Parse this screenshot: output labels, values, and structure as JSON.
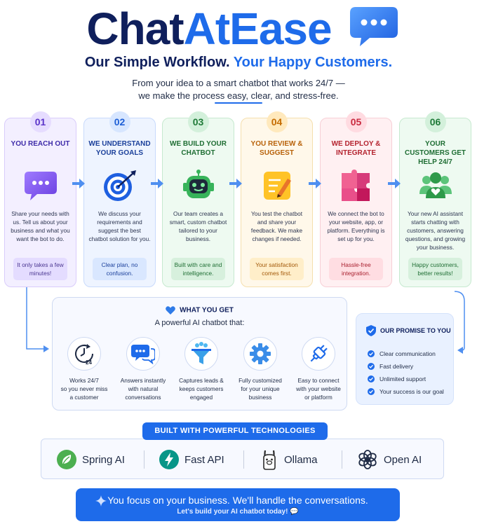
{
  "brand": {
    "title_part1": "Chat",
    "title_part2": "AtEase"
  },
  "header": {
    "subtitle_part1": "Our Simple Workflow.",
    "subtitle_part2": "Your Happy Customers.",
    "tagline_line1": "From your idea to a smart chatbot that works 24/7 —",
    "tagline_line2": "we make the process easy, clear, and stress-free."
  },
  "steps": [
    {
      "number": "01",
      "title": "YOU REACH OUT",
      "desc": "Share your needs with us. Tell us about your business and what you want the bot to do.",
      "note": "It only takes a few minutes!",
      "icon": "chat-bubble-icon"
    },
    {
      "number": "02",
      "title": "WE UNDERSTAND YOUR GOALS",
      "desc": "We discuss your requirements and suggest the best chatbot solution for you.",
      "note": "Clear plan, no confusion.",
      "icon": "target-icon"
    },
    {
      "number": "03",
      "title": "WE BUILD YOUR CHATBOT",
      "desc": "Our team creates a smart, custom chatbot tailored to your business.",
      "note": "Built with care and intelligence.",
      "icon": "robot-icon"
    },
    {
      "number": "04",
      "title": "YOU REVIEW & SUGGEST",
      "desc": "You test the chatbot and share your feedback. We make changes if needed.",
      "note": "Your satisfaction comes first.",
      "icon": "edit-note-icon"
    },
    {
      "number": "05",
      "title": "WE DEPLOY & INTEGRATE",
      "desc": "We connect the bot to your website, app, or platform. Everything is set up for you.",
      "note": "Hassle-free integration.",
      "icon": "puzzle-icon"
    },
    {
      "number": "06",
      "title": "YOUR CUSTOMERS GET HELP 24/7",
      "desc": "Your new AI assistant starts chatting with customers, answering questions, and growing your business.",
      "note": "Happy customers, better results!",
      "icon": "customers-icon"
    }
  ],
  "what_you_get": {
    "title": "WHAT YOU GET",
    "subtitle": "A powerful AI chatbot that:",
    "features": [
      {
        "line1": "Works 24/7",
        "line2": "so you never miss",
        "line3": "a customer",
        "icon": "clock-24-icon"
      },
      {
        "line1": "Answers instantly",
        "line2": "with natural",
        "line3": "conversations",
        "icon": "chat-bubbles-icon"
      },
      {
        "line1": "Captures leads &",
        "line2": "keeps customers",
        "line3": "engaged",
        "icon": "funnel-icon"
      },
      {
        "line1": "Fully customized",
        "line2": "for your unique",
        "line3": "business",
        "icon": "gear-icon"
      },
      {
        "line1": "Easy to connect",
        "line2": "with your website",
        "line3": "or platform",
        "icon": "plug-icon"
      }
    ],
    "clock_label": "24"
  },
  "promise": {
    "title": "OUR PROMISE TO YOU",
    "items": [
      "Clear communication",
      "Fast delivery",
      "Unlimited support",
      "Your success is our goal"
    ]
  },
  "tech": {
    "title": "BUILT WITH POWERFUL TECHNOLOGIES",
    "items": [
      {
        "label": "Spring AI",
        "icon": "spring-leaf-icon"
      },
      {
        "label": "Fast API",
        "icon": "fastapi-bolt-icon"
      },
      {
        "label": "Ollama",
        "icon": "llama-icon"
      },
      {
        "label": "Open AI",
        "icon": "openai-knot-icon"
      }
    ]
  },
  "footer": {
    "main": "You focus on your business. We'll handle the conversations.",
    "sub": "Let's build your AI chatbot today! 💬"
  },
  "colors": {
    "navy": "#0f1f5c",
    "blue": "#1e6bea",
    "step_purple": "#7b4fe0",
    "step_blue": "#1e6bea",
    "step_green": "#2e9a4a",
    "step_orange": "#e08a00",
    "step_red": "#d43a3a",
    "step_teal_green": "#2e9a4a"
  }
}
